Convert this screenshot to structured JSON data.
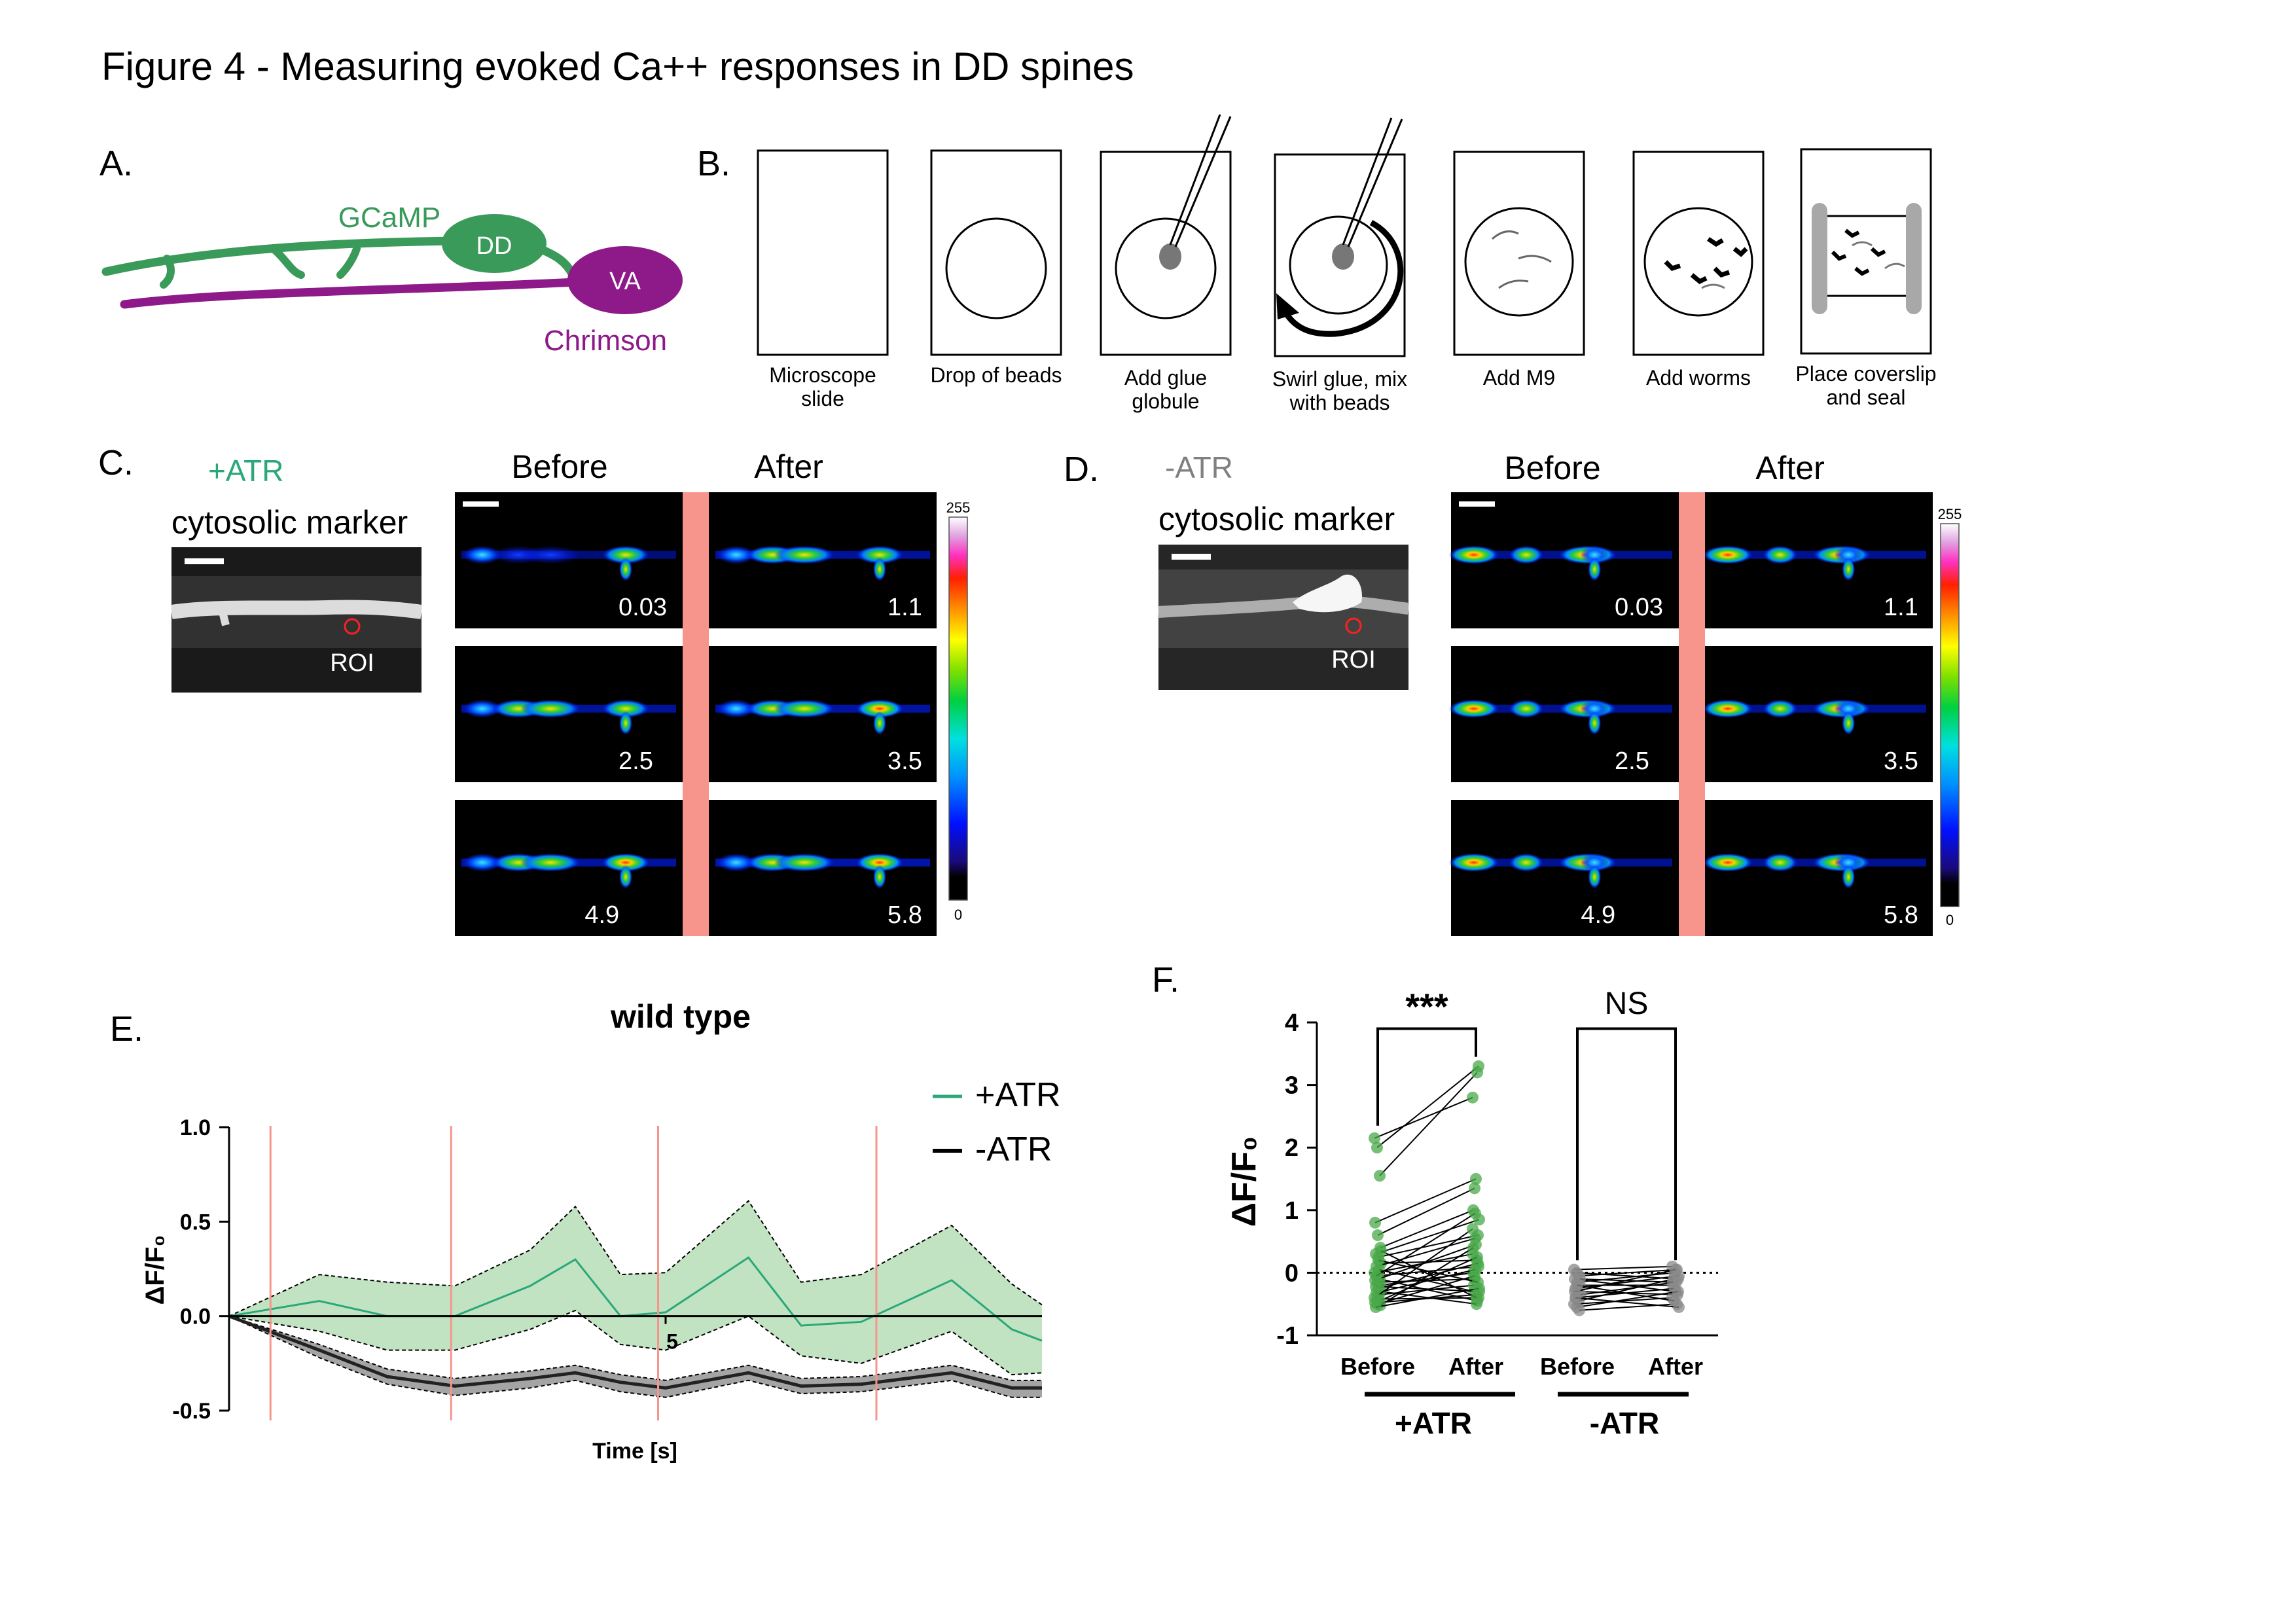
{
  "figure_title": "Figure 4 - Measuring evoked Ca++ responses in DD spines",
  "panels": {
    "A": {
      "letter": "A.",
      "gcamp": "GCaMP",
      "dd": "DD",
      "va": "VA",
      "chrimson": "Chrimson"
    },
    "B": {
      "letter": "B.",
      "steps": [
        {
          "line1": "Microscope",
          "line2": "slide"
        },
        {
          "line1": "Drop of beads",
          "line2": ""
        },
        {
          "line1": "Add glue",
          "line2": "globule"
        },
        {
          "line1": "Swirl glue, mix",
          "line2": "with beads"
        },
        {
          "line1": "Add M9",
          "line2": ""
        },
        {
          "line1": "Add worms",
          "line2": ""
        },
        {
          "line1": "Place coverslip",
          "line2": "and seal"
        }
      ]
    },
    "C": {
      "letter": "C.",
      "condition": "+ATR",
      "marker_label": "cytosolic marker",
      "roi": "ROI",
      "before": "Before",
      "after": "After",
      "times_before": [
        "0.03",
        "2.5",
        "4.9"
      ],
      "times_after": [
        "1.1",
        "3.5",
        "5.8"
      ],
      "scale_max": "255",
      "scale_min": "0"
    },
    "D": {
      "letter": "D.",
      "condition": "-ATR",
      "marker_label": "cytosolic marker",
      "roi": "ROI",
      "before": "Before",
      "after": "After",
      "times_before": [
        "0.03",
        "2.5",
        "4.9"
      ],
      "times_after": [
        "1.1",
        "3.5",
        "5.8"
      ],
      "scale_max": "255",
      "scale_min": "0"
    },
    "E": {
      "letter": "E.",
      "title": "wild type",
      "ylabel": "ΔF/F₀",
      "xlabel": "Time [s]",
      "yticks": [
        "1.0",
        "0.5",
        "0.0",
        "-0.5"
      ],
      "xtick": "5",
      "legend": [
        "+ATR",
        "-ATR"
      ]
    },
    "F": {
      "letter": "F.",
      "ylabel": "ΔF/F₀",
      "yticks": [
        "4",
        "3",
        "2",
        "1",
        "0",
        "-1"
      ],
      "sig_plus": "***",
      "sig_minus": "NS",
      "xcats": [
        "Before",
        "After",
        "Before",
        "After"
      ],
      "groups": [
        "+ATR",
        "-ATR"
      ]
    }
  },
  "colors": {
    "gcamp_green": "#3a9a5a",
    "chrimson_purple": "#8e1a8a",
    "light_bar": "#f7958c",
    "atr_plus": "#2aa87a",
    "atr_minus": "#808080",
    "points_green": "#4aa84a",
    "points_gray": "#8a8a8a"
  },
  "chart_data": [
    {
      "type": "line",
      "title": "wild type",
      "xlabel": "Time [s]",
      "ylabel": "ΔF/F₀",
      "ylim": [
        -0.5,
        1.0
      ],
      "xlim": [
        0,
        10.8
      ],
      "stim_times": [
        0.55,
        2.95,
        5.7,
        8.6
      ],
      "series": [
        {
          "name": "+ATR",
          "x": [
            0,
            1.2,
            2.1,
            3.0,
            4.0,
            4.6,
            5.2,
            5.8,
            6.9,
            7.6,
            8.4,
            9.6,
            10.4,
            10.8
          ],
          "y": [
            0,
            0.08,
            0.0,
            0.0,
            0.16,
            0.3,
            0.0,
            0.02,
            0.31,
            -0.05,
            -0.03,
            0.19,
            -0.07,
            -0.13
          ],
          "upper": [
            0,
            0.22,
            0.18,
            0.16,
            0.35,
            0.58,
            0.22,
            0.23,
            0.61,
            0.18,
            0.22,
            0.48,
            0.17,
            0.06
          ],
          "lower": [
            0,
            -0.08,
            -0.18,
            -0.18,
            -0.07,
            0.03,
            -0.15,
            -0.18,
            0.0,
            -0.21,
            -0.25,
            -0.08,
            -0.31,
            -0.3
          ]
        },
        {
          "name": "-ATR",
          "x": [
            0,
            1.2,
            2.1,
            3.0,
            4.0,
            4.6,
            5.2,
            5.8,
            6.9,
            7.6,
            8.4,
            9.6,
            10.4,
            10.8
          ],
          "y": [
            0,
            -0.18,
            -0.32,
            -0.37,
            -0.33,
            -0.3,
            -0.35,
            -0.38,
            -0.3,
            -0.37,
            -0.36,
            -0.3,
            -0.38,
            -0.38
          ],
          "upper": [
            0,
            -0.15,
            -0.28,
            -0.33,
            -0.29,
            -0.26,
            -0.31,
            -0.34,
            -0.26,
            -0.33,
            -0.32,
            -0.26,
            -0.34,
            -0.34
          ],
          "lower": [
            0,
            -0.22,
            -0.36,
            -0.42,
            -0.38,
            -0.34,
            -0.4,
            -0.43,
            -0.34,
            -0.41,
            -0.4,
            -0.34,
            -0.43,
            -0.43
          ]
        }
      ]
    },
    {
      "type": "scatter",
      "ylabel": "ΔF/F₀",
      "ylim": [
        -1,
        4
      ],
      "categories": [
        "Before",
        "After",
        "Before",
        "After"
      ],
      "groups": [
        "+ATR",
        "-ATR"
      ],
      "plus_pairs": [
        [
          2.15,
          2.8
        ],
        [
          2.0,
          3.3
        ],
        [
          1.55,
          3.2
        ],
        [
          0.8,
          1.5
        ],
        [
          0.6,
          1.35
        ],
        [
          0.4,
          1.0
        ],
        [
          0.3,
          0.85
        ],
        [
          0.25,
          0.6
        ],
        [
          0.15,
          0.2
        ],
        [
          0.1,
          0.55
        ],
        [
          0.05,
          -0.3
        ],
        [
          0.0,
          0.3
        ],
        [
          -0.05,
          0.1
        ],
        [
          -0.1,
          -0.45
        ],
        [
          -0.12,
          0.45
        ],
        [
          -0.15,
          -0.1
        ],
        [
          -0.2,
          0.0
        ],
        [
          -0.22,
          -0.3
        ],
        [
          -0.25,
          0.15
        ],
        [
          -0.3,
          -0.5
        ],
        [
          -0.32,
          0.05
        ],
        [
          -0.35,
          -0.2
        ],
        [
          -0.4,
          0.7
        ],
        [
          -0.42,
          -0.4
        ],
        [
          -0.45,
          0.25
        ],
        [
          -0.48,
          -0.35
        ],
        [
          -0.5,
          -0.05
        ],
        [
          -0.52,
          0.4
        ],
        [
          -0.55,
          -0.25
        ],
        [
          0.2,
          -0.15
        ],
        [
          0.35,
          -0.4
        ],
        [
          -0.05,
          0.95
        ]
      ],
      "minus_pairs": [
        [
          0.05,
          0.1
        ],
        [
          0.0,
          -0.1
        ],
        [
          -0.05,
          0.05
        ],
        [
          -0.1,
          -0.3
        ],
        [
          -0.15,
          0.0
        ],
        [
          -0.2,
          -0.2
        ],
        [
          -0.25,
          -0.05
        ],
        [
          -0.3,
          -0.35
        ],
        [
          -0.35,
          -0.15
        ],
        [
          -0.4,
          -0.25
        ],
        [
          -0.45,
          -0.1
        ],
        [
          -0.5,
          -0.4
        ],
        [
          -0.55,
          -0.3
        ],
        [
          -0.6,
          -0.5
        ],
        [
          -0.3,
          0.05
        ],
        [
          -0.2,
          -0.45
        ],
        [
          -0.1,
          -0.15
        ],
        [
          -0.4,
          -0.55
        ]
      ]
    }
  ]
}
